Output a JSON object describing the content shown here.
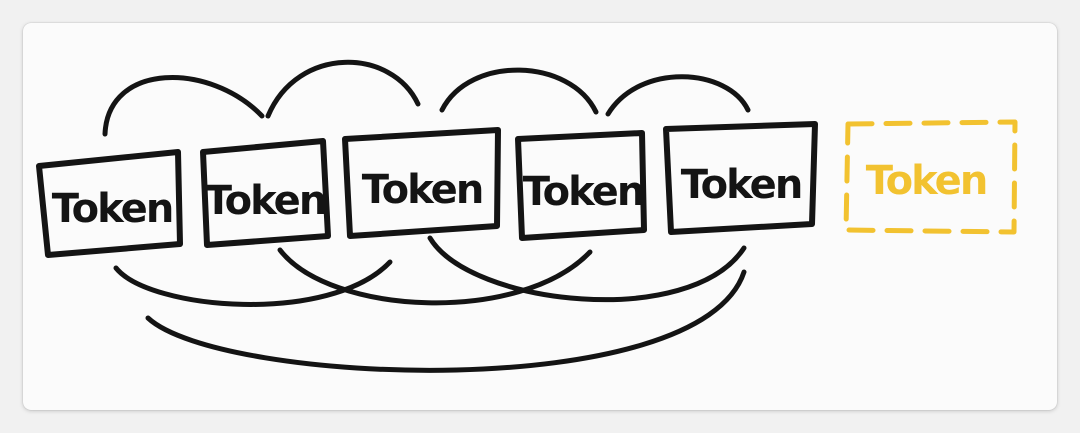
{
  "diagram": {
    "tokens": [
      {
        "label": "Token",
        "state": "existing"
      },
      {
        "label": "Token",
        "state": "existing"
      },
      {
        "label": "Token",
        "state": "existing"
      },
      {
        "label": "Token",
        "state": "existing"
      },
      {
        "label": "Token",
        "state": "existing"
      },
      {
        "label": "Token",
        "state": "predicted"
      }
    ],
    "colors": {
      "ink": "#141414",
      "predicted": "#f2c230",
      "card": "#fbfbfb",
      "background": "#f1f1f1"
    },
    "connections": {
      "top_arcs": [
        [
          0,
          1
        ],
        [
          1,
          2
        ],
        [
          2,
          3
        ],
        [
          3,
          4
        ]
      ],
      "bottom_arcs": [
        [
          0,
          2
        ],
        [
          1,
          3
        ],
        [
          2,
          4
        ],
        [
          0,
          4
        ]
      ]
    }
  }
}
